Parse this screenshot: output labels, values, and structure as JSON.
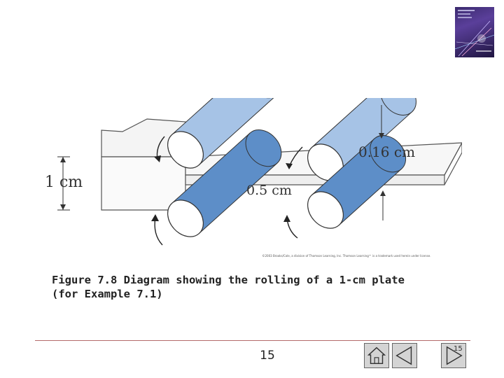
{
  "diagram": {
    "label_top_thickness": "0.16 cm",
    "label_initial_thickness": "1 cm",
    "label_mid_thickness": "0.5 cm"
  },
  "copyright": "©2003 Brooks/Cole, a division of Thomson Learning, Inc. Thomson Learning™ is a trademark used herein under license.",
  "caption": {
    "line1": "Figure 7.8 Diagram showing the rolling of a 1-cm plate",
    "line2": "(for Example 7.1)"
  },
  "footer": {
    "page_number": "15",
    "slide_counter": "15"
  },
  "colors": {
    "roller_light": "#a6c3e6",
    "roller_dark": "#5d8ec8",
    "accent_line": "#b46a6a"
  }
}
